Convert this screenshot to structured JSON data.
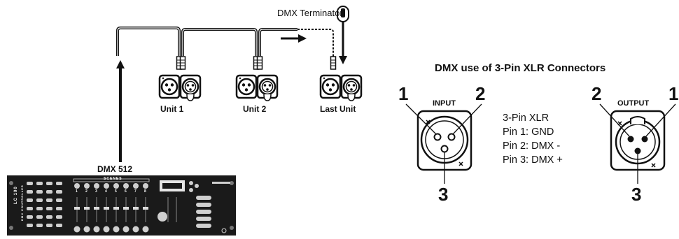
{
  "wiring": {
    "terminator_label": "DMX Terminator",
    "unit_labels": [
      "Unit 1",
      "Unit 2",
      "Last Unit"
    ],
    "controller_output_label": "DMX 512"
  },
  "controller": {
    "model_text": "LC 100",
    "sub_text": "DMX CONTROLLER",
    "scenes_label": "SCENES",
    "scene_numbers": [
      "1",
      "2",
      "3",
      "4",
      "5",
      "6",
      "7",
      "8"
    ]
  },
  "connectors": {
    "title": "DMX use of 3-Pin XLR Connectors",
    "input_label": "INPUT",
    "output_label": "OUTPUT",
    "input_pin_numbers": {
      "left": "1",
      "right": "2",
      "bottom": "3"
    },
    "output_pin_numbers": {
      "left": "2",
      "right": "1",
      "bottom": "3"
    },
    "spec_lines": [
      "3-Pin XLR",
      "Pin 1: GND",
      "Pin 2: DMX -",
      "Pin 3: DMX +"
    ]
  },
  "colors": {
    "line": "#111111",
    "controller": "#1a1a1a",
    "background": "#ffffff"
  }
}
